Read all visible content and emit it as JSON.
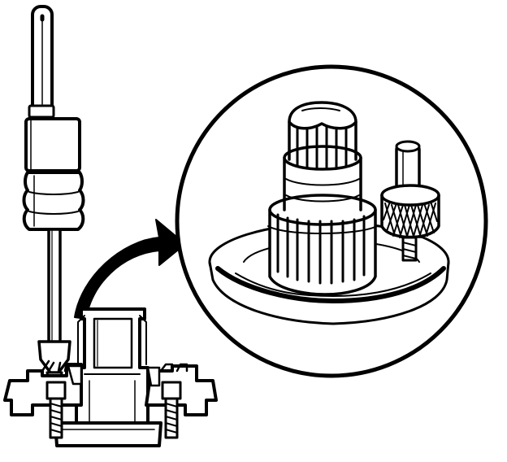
{
  "figure": {
    "components": [
      {
        "id": "puller-tool",
        "icon": "slide-hammer-puller-icon"
      },
      {
        "id": "hub-assembly",
        "icon": "wheel-hub-cross-section-icon"
      },
      {
        "id": "direction-arrow",
        "icon": "curved-arrow-icon"
      },
      {
        "id": "detail-callout",
        "icon": "magnified-detail-circle-icon"
      },
      {
        "id": "splined-shaft",
        "icon": "splined-shaft-icon"
      },
      {
        "id": "knurled-stud",
        "icon": "knurled-stud-icon"
      }
    ],
    "colors": {
      "ink": "#000000",
      "paper": "#ffffff"
    }
  }
}
